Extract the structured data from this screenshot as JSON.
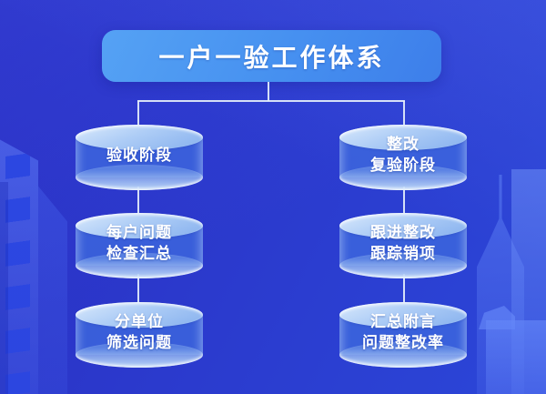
{
  "diagram": {
    "title": "一户一验工作体系",
    "branches": [
      {
        "name": "acceptance-phase-branch",
        "nodes": [
          [
            "验收阶段",
            ""
          ],
          [
            "每户问题",
            "检查汇总"
          ],
          [
            "分单位",
            "筛选问题"
          ]
        ]
      },
      {
        "name": "rectification-phase-branch",
        "nodes": [
          [
            "整改",
            "复验阶段"
          ],
          [
            "跟进整改",
            "跟踪销项"
          ],
          [
            "汇总附言",
            "问题整改率"
          ]
        ]
      }
    ]
  },
  "colors": {
    "background_base": "#2b3acd",
    "title_box": "#4690f0",
    "cylinder_top": "#aecdf6",
    "cylinder_body": "#3e69de",
    "connector": "#e4eefa",
    "text": "#ffffff"
  }
}
